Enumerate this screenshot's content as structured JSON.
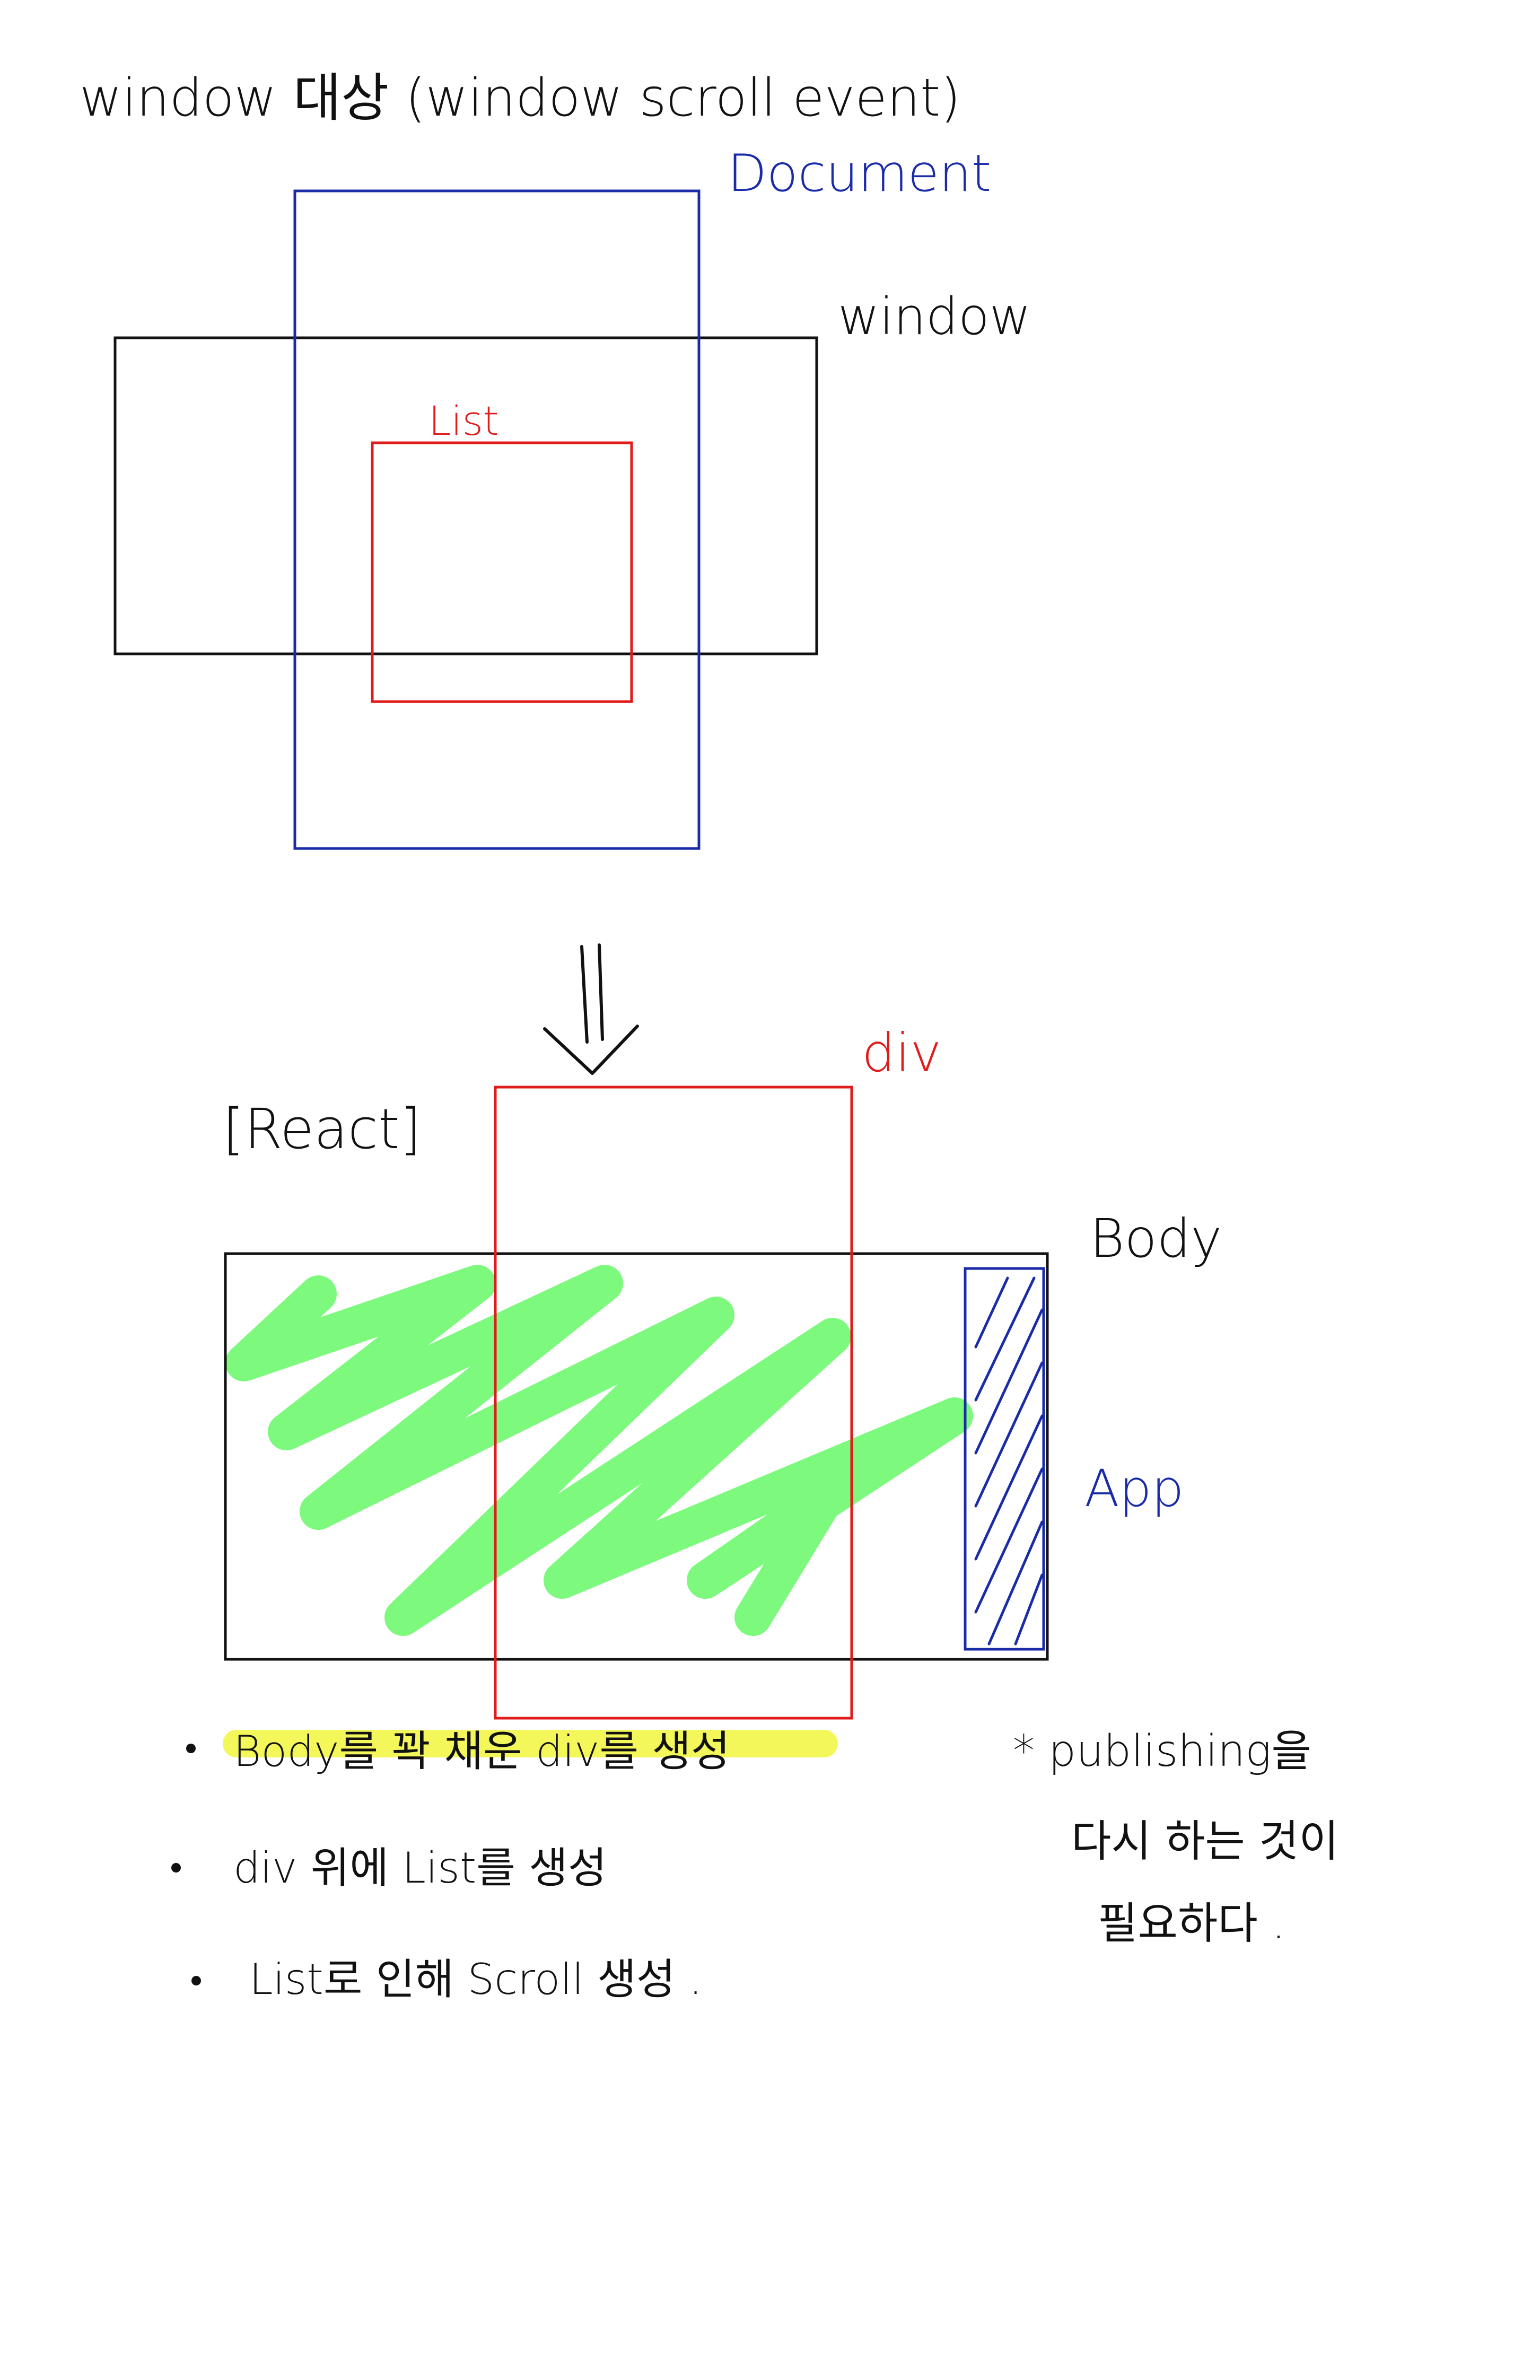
{
  "title": {
    "text": "window 대상 (window scroll event)"
  },
  "top_diagram": {
    "document_label": "Document",
    "window_label": "window",
    "list_label": "List"
  },
  "bottom_diagram": {
    "react_label": "[React]",
    "div_label": "div",
    "body_label": "Body",
    "app_label": "App"
  },
  "notes": {
    "bullets": [
      "Body를 꽉 채운 div를 생성",
      "div 위에 List를 생성",
      "List로 인해 Scroll 생성 ."
    ],
    "side_note": [
      "* publishing을",
      "다시 하는 것이",
      "필요하다 ."
    ]
  },
  "colors": {
    "ink": "#111111",
    "blue": "#1a2ba8",
    "red": "#e01b1b",
    "green": "#7dfa7d",
    "highlight": "#f4f75a"
  }
}
